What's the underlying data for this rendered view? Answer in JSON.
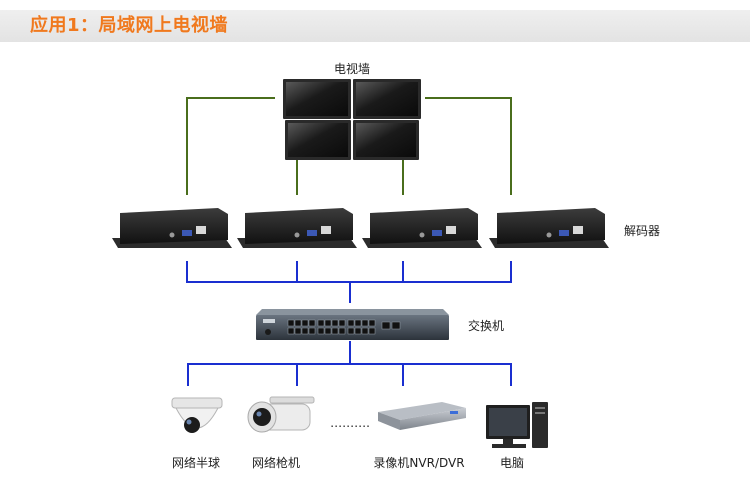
{
  "header": {
    "title": "应用1：局域网上电视墙"
  },
  "tv_wall": {
    "label": "电视墙"
  },
  "decoder": {
    "label": "解码器"
  },
  "switch": {
    "label": "交换机"
  },
  "endpoints": [
    {
      "label": "网络半球",
      "icon": "dome-camera-icon"
    },
    {
      "label": "网络枪机",
      "icon": "bullet-camera-icon"
    },
    {
      "label": "录像机NVR/DVR",
      "icon": "nvr-recorder-icon"
    },
    {
      "label": "电脑",
      "icon": "desktop-computer-icon"
    }
  ],
  "ellipsis": "……….",
  "colors": {
    "tv_links": "#4a6e1c",
    "network_links": "#1a2fd0",
    "accent": "#f0791e"
  }
}
